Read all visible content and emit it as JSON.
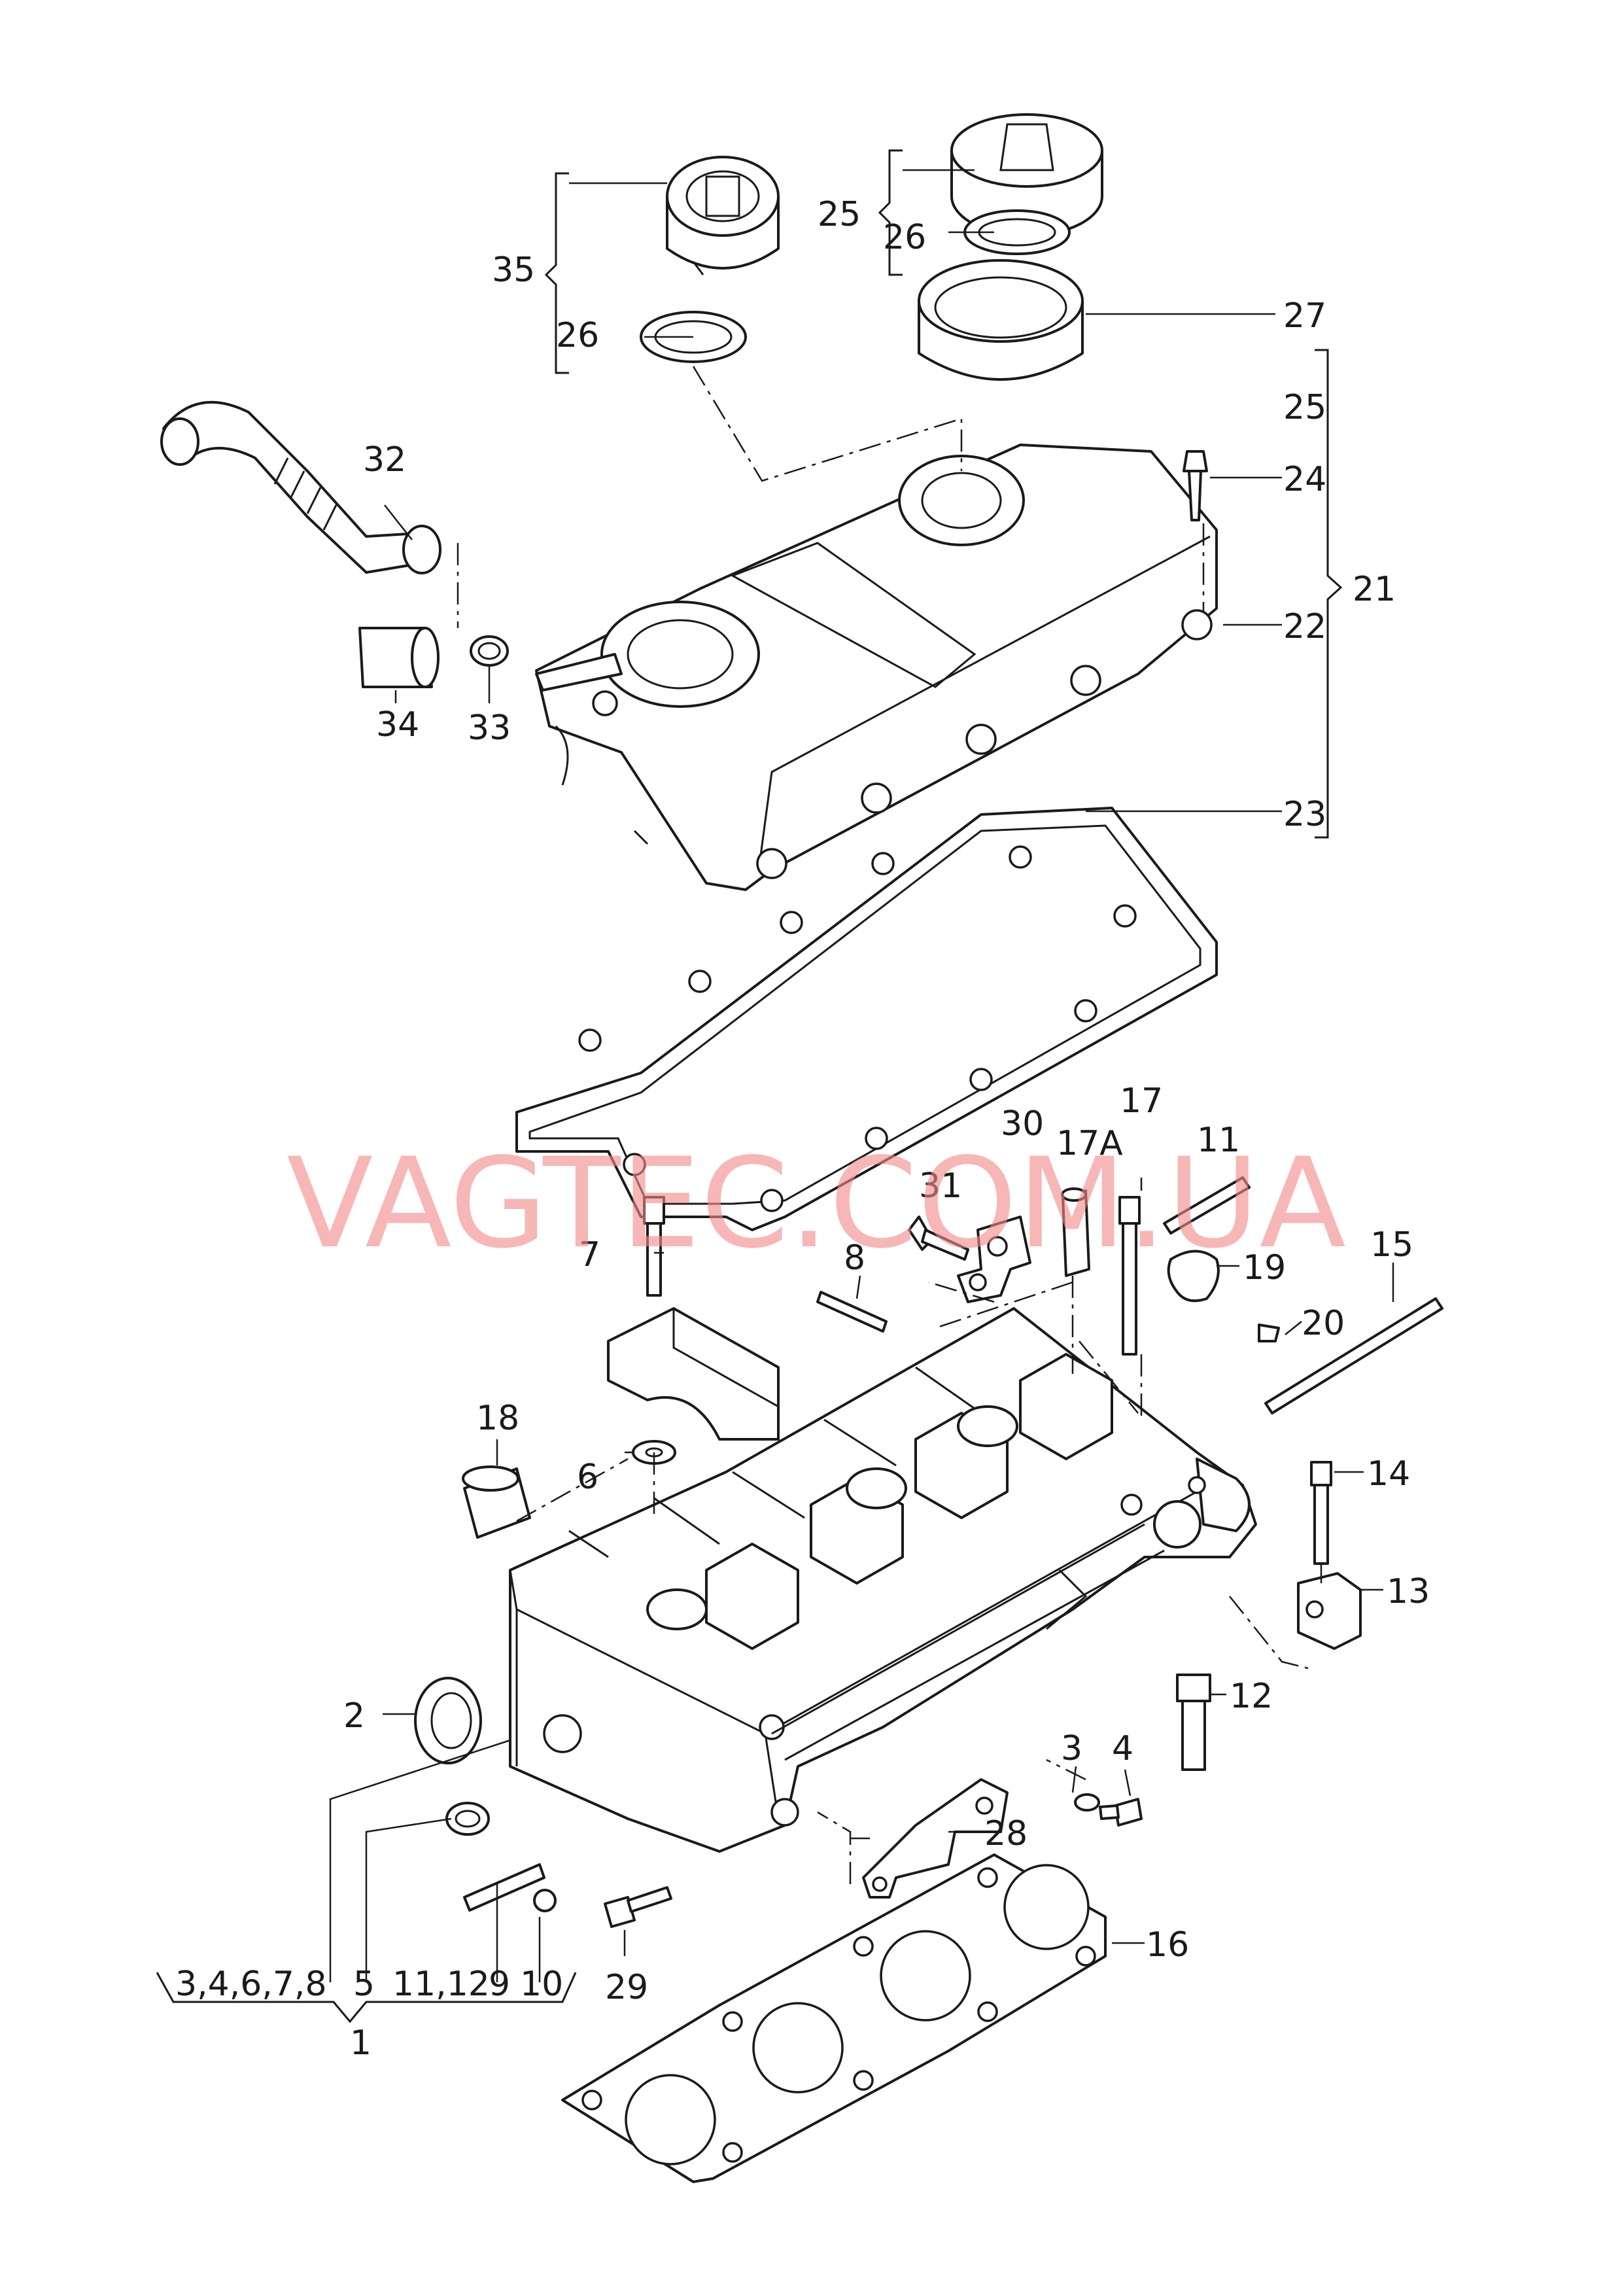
{
  "watermark": "VAGTEC.COM.UA",
  "labels": {
    "l1": "1",
    "l1_group": "3,4,6,7,8",
    "l2": "2",
    "l3": "3",
    "l4": "4",
    "l5": "5",
    "l6": "6",
    "l7": "7",
    "l8": "8",
    "l9": "9",
    "l10": "10",
    "l11": "11",
    "l11_12": "11,12",
    "l12": "12",
    "l13": "13",
    "l14": "14",
    "l15": "15",
    "l16": "16",
    "l17": "17",
    "l17a": "17A",
    "l18": "18",
    "l19": "19",
    "l20": "20",
    "l21": "21",
    "l22": "22",
    "l23": "23",
    "l24": "24",
    "l25_top": "25",
    "l25_side": "25",
    "l26_left": "26",
    "l26_right": "26",
    "l27": "27",
    "l28": "28",
    "l29": "29",
    "l30": "30",
    "l31": "31",
    "l32": "32",
    "l33": "33",
    "l34": "34",
    "l35": "35"
  }
}
